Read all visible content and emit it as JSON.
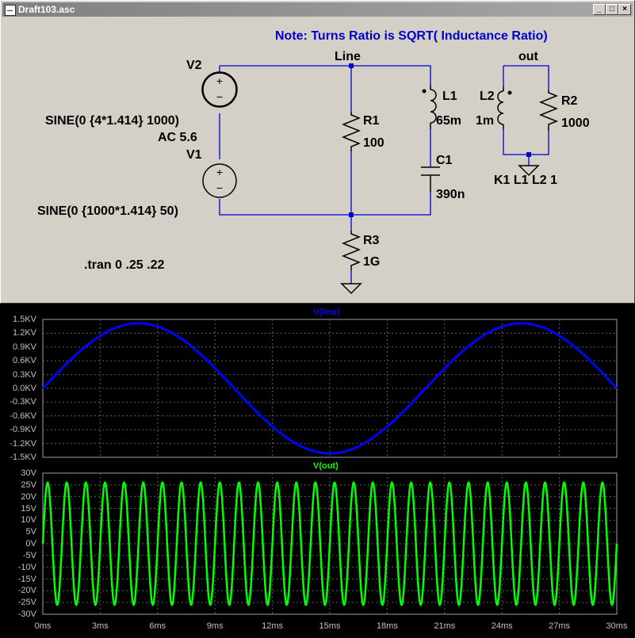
{
  "window": {
    "title": "Draft103.asc",
    "buttons": [
      "_",
      "□",
      "×"
    ]
  },
  "schematic": {
    "note": "Note: Turns Ratio is SQRT( Inductance Ratio)",
    "net_line": "Line",
    "net_out": "out",
    "v2": {
      "name": "V2",
      "value": "SINE(0 {4*1.414} 1000)",
      "ac": "AC 5.6"
    },
    "v1": {
      "name": "V1",
      "value": "SINE(0 {1000*1.414} 50)"
    },
    "r1": {
      "name": "R1",
      "value": "100"
    },
    "r2": {
      "name": "R2",
      "value": "1000"
    },
    "r3": {
      "name": "R3",
      "value": "1G"
    },
    "l1": {
      "name": "L1",
      "value": "65m"
    },
    "l2": {
      "name": "L2",
      "value": "1m"
    },
    "c1": {
      "name": "C1",
      "value": "390n"
    },
    "coupling": "K1 L1 L2 1",
    "directive": ".tran 0 .25 .22"
  },
  "plots": {
    "top": {
      "trace": "V(line)",
      "color": "#0000ff",
      "yticks": [
        "1.5KV",
        "1.2KV",
        "0.9KV",
        "0.6KV",
        "0.3KV",
        "0.0KV",
        "-0.3KV",
        "-0.6KV",
        "-0.9KV",
        "-1.2KV",
        "-1.5KV"
      ]
    },
    "bottom": {
      "trace": "V(out)",
      "color": "#00ff00",
      "yticks": [
        "30V",
        "25V",
        "20V",
        "15V",
        "10V",
        "5V",
        "0V",
        "-5V",
        "-10V",
        "-15V",
        "-20V",
        "-25V",
        "-30V"
      ]
    },
    "xticks": [
      "0ms",
      "3ms",
      "6ms",
      "9ms",
      "12ms",
      "15ms",
      "18ms",
      "21ms",
      "24ms",
      "27ms",
      "30ms"
    ]
  },
  "chart_data": [
    {
      "type": "line",
      "title": "V(line)",
      "x": [
        0,
        5,
        10,
        15,
        20,
        25,
        30
      ],
      "series": [
        {
          "name": "V(line)",
          "values": [
            0,
            1414,
            0,
            -1414,
            0,
            1414,
            0
          ]
        }
      ],
      "xlabel": "",
      "ylabel": "",
      "xunit": "ms",
      "yunit": "KV",
      "xlim": [
        0,
        30
      ],
      "ylim": [
        -1.5,
        1.5
      ],
      "amplitude_kv": 1.414,
      "frequency_hz": 50,
      "grid": true
    },
    {
      "type": "line",
      "title": "V(out)",
      "x": [
        0,
        30
      ],
      "series": [
        {
          "name": "V(out)",
          "amplitude": 26,
          "frequency_hz": 1000
        }
      ],
      "xlabel": "",
      "ylabel": "",
      "xunit": "ms",
      "yunit": "V",
      "xlim": [
        0,
        30
      ],
      "ylim": [
        -30,
        30
      ],
      "grid": true
    }
  ]
}
